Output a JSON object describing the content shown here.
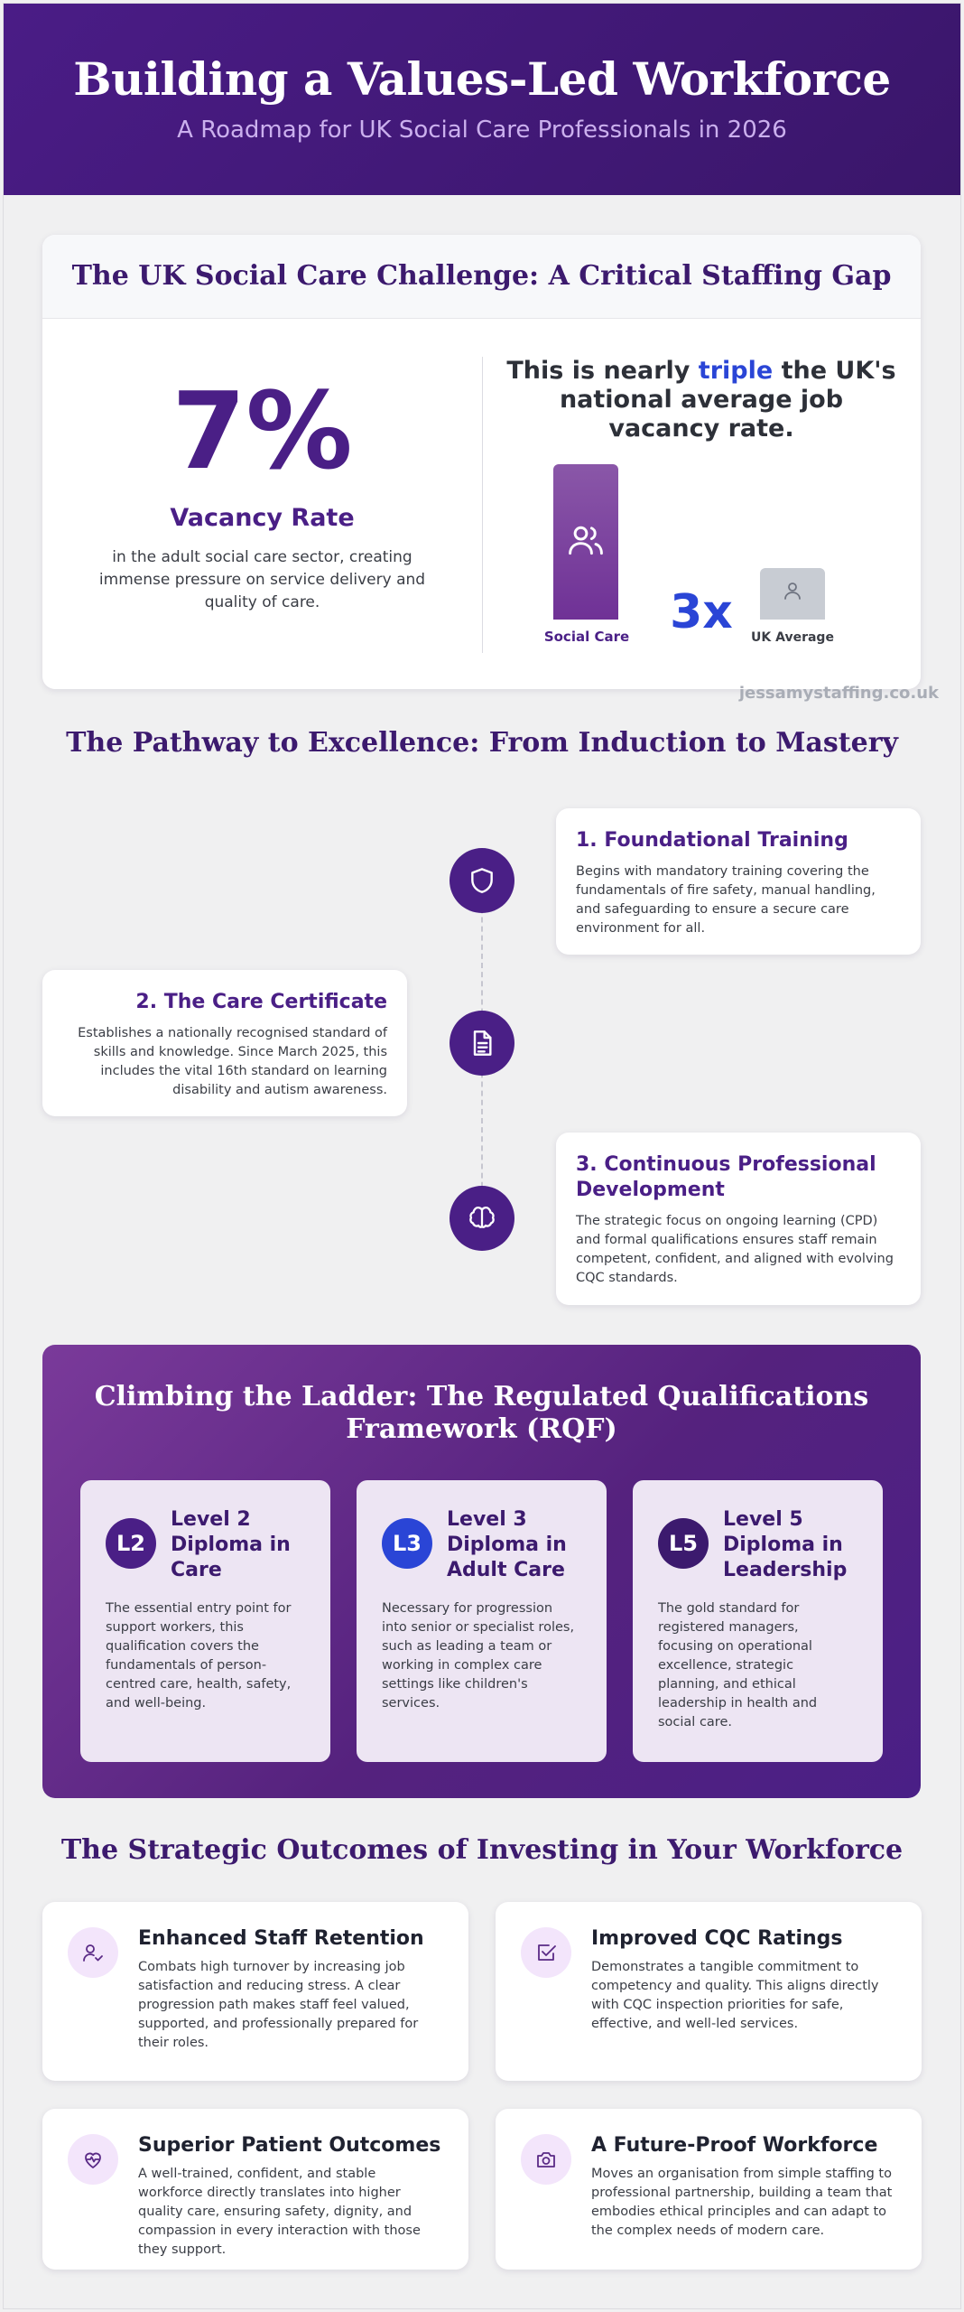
{
  "header": {
    "title": "Building a Values-Led Workforce",
    "subtitle": "A Roadmap for UK Social Care Professionals in 2026"
  },
  "challenge": {
    "title": "The UK Social Care Challenge: A Critical Staffing Gap",
    "stat_value": "7%",
    "stat_label": "Vacancy Rate",
    "stat_desc": "in the adult social care sector, creating immense pressure on service delivery and quality of care.",
    "compare_pre": "This is nearly ",
    "compare_highlight": "triple",
    "compare_post": " the UK's national average job vacancy rate.",
    "multiplier": "3x",
    "bar_social_label": "Social Care",
    "bar_uk_label": "UK Average",
    "watermark": "jessamystaffing.co.uk"
  },
  "chart_data": {
    "type": "bar",
    "categories": [
      "Social Care",
      "UK Average"
    ],
    "values": [
      3,
      1
    ],
    "title": "",
    "xlabel": "",
    "ylabel": ""
  },
  "pathway": {
    "title": "The Pathway to Excellence: From Induction to Mastery",
    "steps": [
      {
        "title": "1. Foundational Training",
        "desc": "Begins with mandatory training covering the fundamentals of fire safety, manual handling, and safeguarding to ensure a secure care environment for all.",
        "icon": "shield-icon"
      },
      {
        "title": "2. The Care Certificate",
        "desc": "Establishes a nationally recognised standard of skills and knowledge. Since March 2025, this includes the vital 16th standard on learning disability and autism awareness.",
        "icon": "document-icon"
      },
      {
        "title": "3. Continuous Professional Development",
        "desc": "The strategic focus on ongoing learning (CPD) and formal qualifications ensures staff remain competent, confident, and aligned with evolving CQC standards.",
        "icon": "brain-icon"
      }
    ]
  },
  "rqf": {
    "title": "Climbing the Ladder: The Regulated Qualifications Framework (RQF)",
    "levels": [
      {
        "badge": "L2",
        "title": "Level 2 Diploma in Care",
        "desc": "The essential entry point for support workers, this qualification covers the fundamentals of person-centred care, health, safety, and well-being.",
        "color": "#4a1f86"
      },
      {
        "badge": "L3",
        "title": "Level 3 Diploma in Adult Care",
        "desc": "Necessary for progression into senior or specialist roles, such as leading a team or working in complex care settings like children's services.",
        "color": "#2a45d6"
      },
      {
        "badge": "L5",
        "title": "Level 5 Diploma in Leadership",
        "desc": "The gold standard for registered managers, focusing on operational excellence, strategic planning, and ethical leadership in health and social care.",
        "color": "#3c1a6e"
      }
    ]
  },
  "outcomes": {
    "title": "The Strategic Outcomes of Investing in Your Workforce",
    "items": [
      {
        "title": "Enhanced Staff Retention",
        "desc": "Combats high turnover by increasing job satisfaction and reducing stress. A clear progression path makes staff feel valued, supported, and professionally prepared for their roles.",
        "icon": "user-check-icon"
      },
      {
        "title": "Improved CQC Ratings",
        "desc": "Demonstrates a tangible commitment to competency and quality. This aligns directly with CQC inspection priorities for safe, effective, and well-led services.",
        "icon": "checkbox-icon"
      },
      {
        "title": "Superior Patient Outcomes",
        "desc": "A well-trained, confident, and stable workforce directly translates into higher quality care, ensuring safety, dignity, and compassion in every interaction with those they support.",
        "icon": "heart-pulse-icon"
      },
      {
        "title": "A Future-Proof Workforce",
        "desc": "Moves an organisation from simple staffing to professional partnership, building a team that embodies ethical principles and can adapt to the complex needs of modern care.",
        "icon": "camera-icon"
      }
    ]
  },
  "colors": {
    "primary": "#4a1f86",
    "accent": "#2a45d6",
    "header_bg": "#3e1874",
    "muted_bar": "#c8ccd3"
  }
}
